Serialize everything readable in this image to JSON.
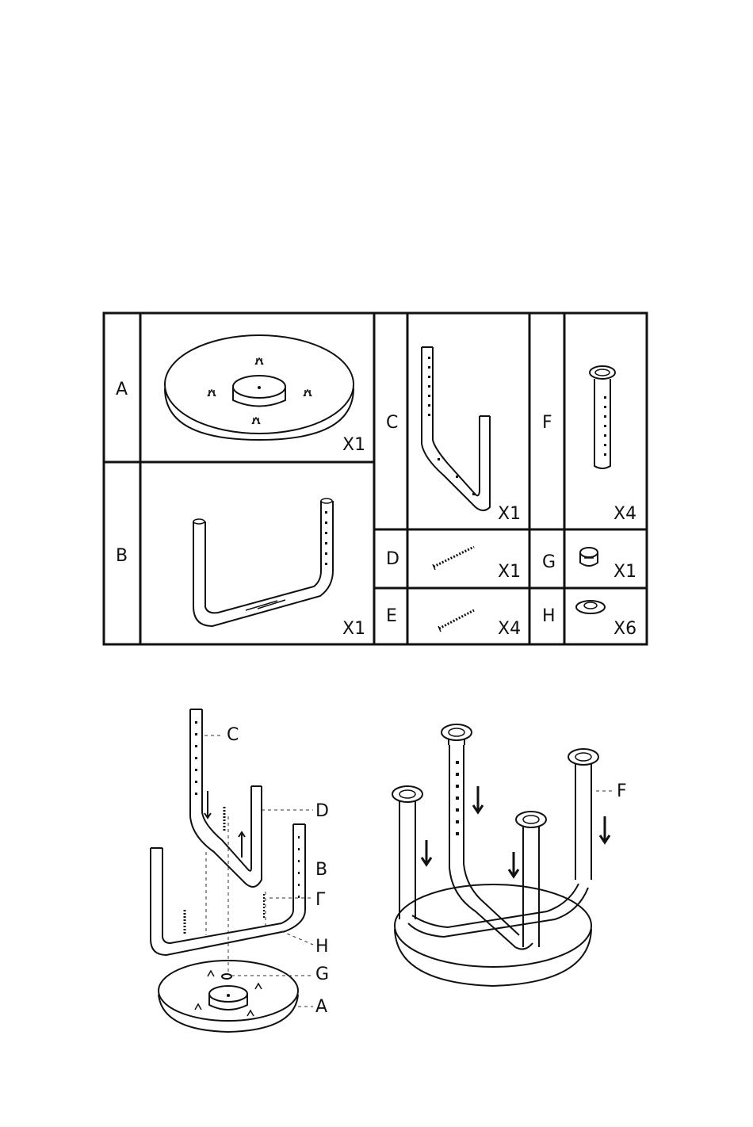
{
  "parts_table": {
    "rows": [
      {
        "letter": "A",
        "qty": "X1",
        "icon": "tabletop-disc-icon"
      },
      {
        "letter": "B",
        "qty": "X1",
        "icon": "u-frame-leg-icon"
      },
      {
        "letter": "C",
        "qty": "X1",
        "icon": "bent-leg-icon"
      },
      {
        "letter": "D",
        "qty": "X1",
        "icon": "long-bolt-icon"
      },
      {
        "letter": "E",
        "qty": "X4",
        "icon": "short-bolt-icon"
      },
      {
        "letter": "F",
        "qty": "X4",
        "icon": "foot-cap-leg-icon"
      },
      {
        "letter": "G",
        "qty": "X1",
        "icon": "nut-icon"
      },
      {
        "letter": "H",
        "qty": "X6",
        "icon": "washer-icon"
      }
    ]
  },
  "assembly_exploded": {
    "callouts": [
      "C",
      "D",
      "B",
      "Г",
      "H",
      "G",
      "A"
    ]
  },
  "assembly_final": {
    "callouts": [
      "F"
    ]
  }
}
